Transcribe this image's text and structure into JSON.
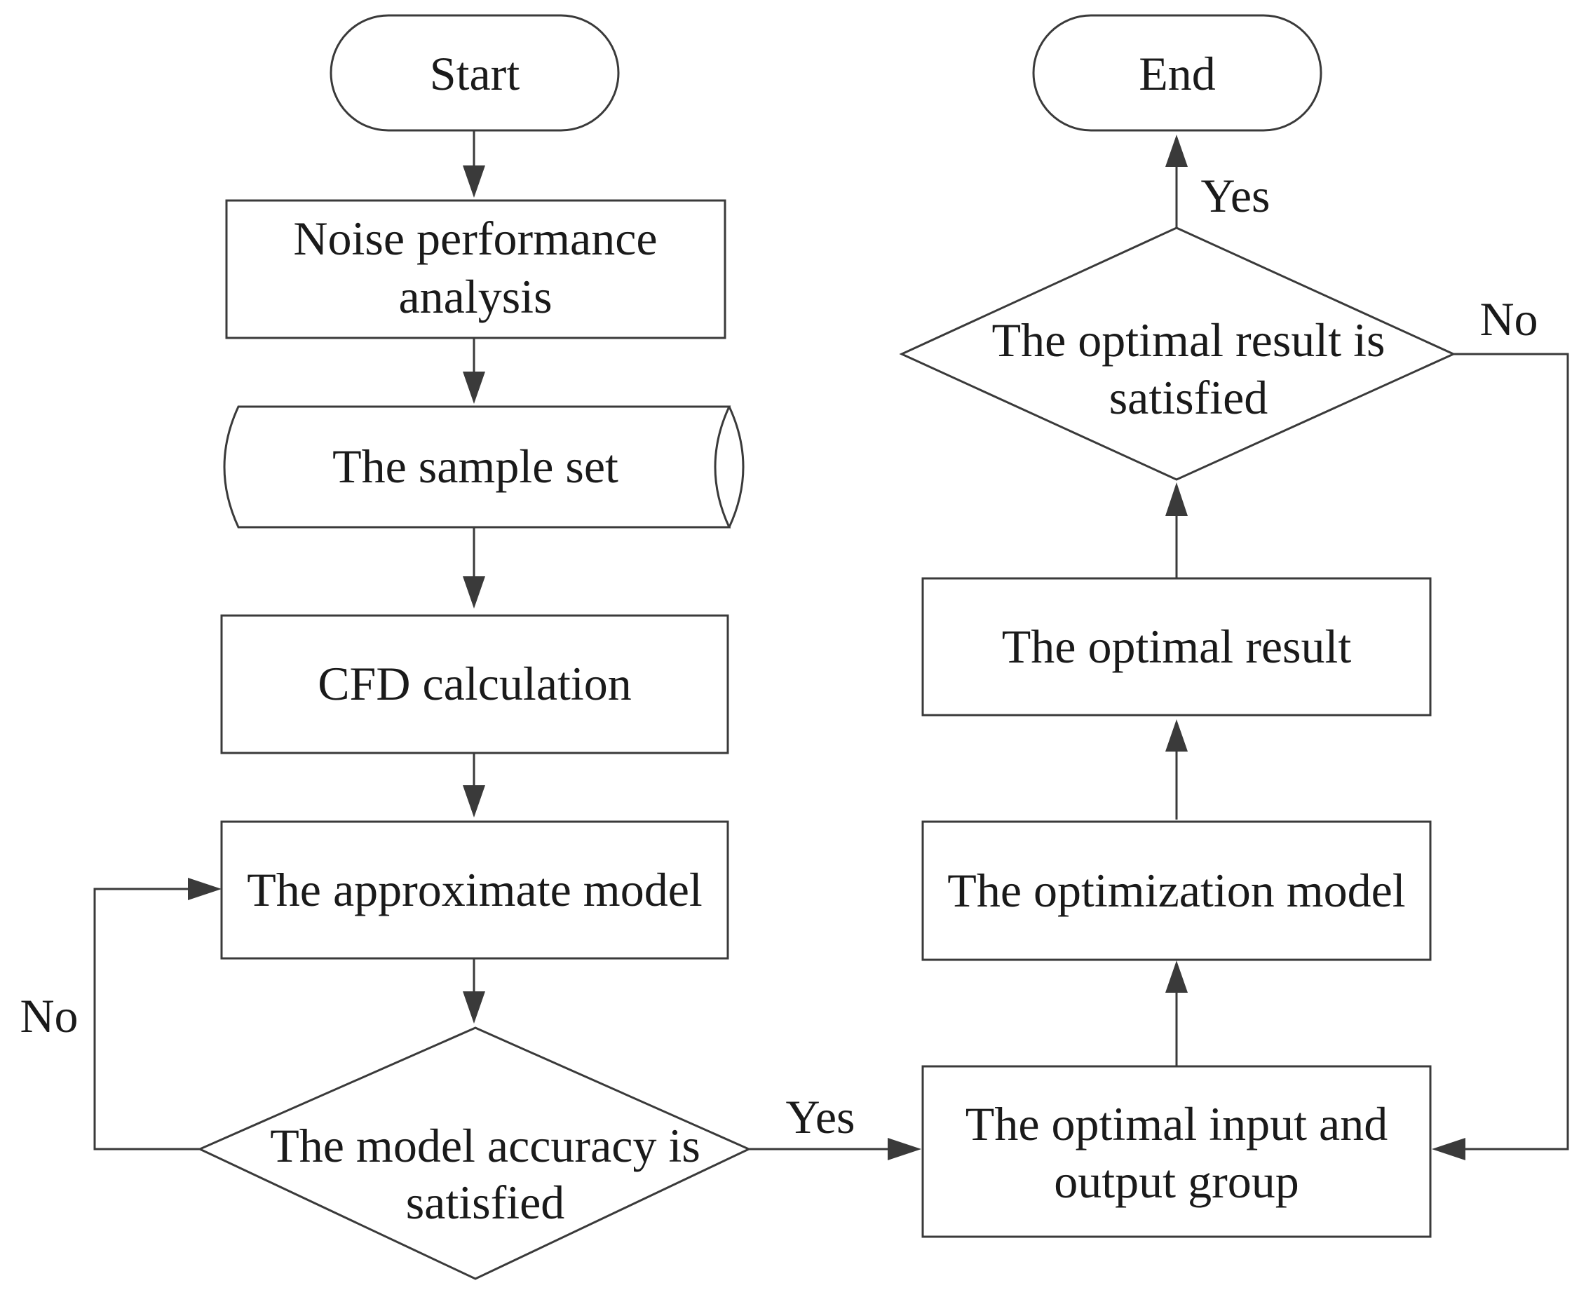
{
  "nodes": {
    "start": {
      "lines": [
        "Start"
      ]
    },
    "end": {
      "lines": [
        "End"
      ]
    },
    "noise_analysis": {
      "lines": [
        "Noise performance",
        "analysis"
      ]
    },
    "sample_set": {
      "lines": [
        "The sample set"
      ]
    },
    "cfd_calculation": {
      "lines": [
        "CFD calculation"
      ]
    },
    "approximate_model": {
      "lines": [
        "The approximate model"
      ]
    },
    "model_accuracy_decision": {
      "lines": [
        "The model accuracy is",
        "satisfied"
      ]
    },
    "optimal_io_group": {
      "lines": [
        "The optimal input and",
        "output group"
      ]
    },
    "optimization_model": {
      "lines": [
        "The optimization model"
      ]
    },
    "optimal_result": {
      "lines": [
        "The optimal result"
      ]
    },
    "optimal_result_decision": {
      "lines": [
        "The optimal result is",
        "satisfied"
      ]
    }
  },
  "edge_labels": {
    "accuracy_no": "No",
    "accuracy_yes": "Yes",
    "result_yes": "Yes",
    "result_no": "No"
  }
}
